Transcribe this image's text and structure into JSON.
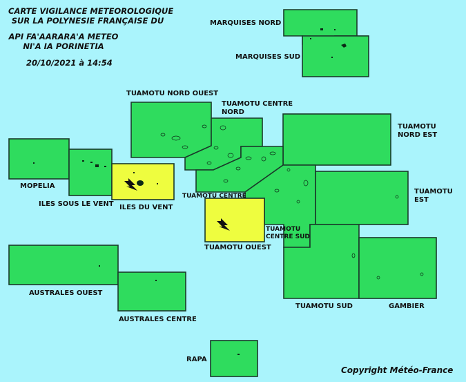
{
  "header": {
    "line1": "CARTE VIGILANCE METEOROLOGIQUE",
    "line2": "SUR LA POLYNESIE FRANÇAISE DU",
    "line3": "API FA'AARARA'A METEO",
    "line4": "NI'A IA PORINETIA",
    "datetime": "20/10/2021 à 14:54"
  },
  "zones": {
    "marquises_nord": {
      "name": "MARQUISES NORD",
      "level": "green"
    },
    "marquises_sud": {
      "name": "MARQUISES SUD",
      "level": "green"
    },
    "tuamotu_nord_ouest": {
      "name": "TUAMOTU NORD OUEST",
      "level": "green"
    },
    "tuamotu_centre_nord": {
      "line1": "TUAMOTU CENTRE",
      "line2": "NORD",
      "level": "green"
    },
    "tuamotu_nord_est": {
      "line1": "TUAMOTU",
      "line2": "NORD EST",
      "level": "green"
    },
    "mopelia": {
      "name": "MOPELIA",
      "level": "green"
    },
    "iles_sous_le_vent": {
      "name": "ILES SOUS LE VENT",
      "level": "green"
    },
    "iles_du_vent": {
      "name": "ILES DU VENT",
      "level": "yellow",
      "hazard": "thunderstorm-icon"
    },
    "tuamotu_centre": {
      "name": "TUAMOTU CENTRE",
      "level": "green"
    },
    "tuamotu_est": {
      "line1": "TUAMOTU",
      "line2": "EST",
      "level": "green"
    },
    "tuamotu_ouest": {
      "name": "TUAMOTU OUEST",
      "level": "yellow",
      "hazard": "thunderstorm-icon"
    },
    "tuamotu_centre_sud": {
      "line1": "TUAMOTU",
      "line2": "CENTRE SUD",
      "level": "green"
    },
    "tuamotu_sud": {
      "name": "TUAMOTU SUD",
      "level": "green"
    },
    "gambier": {
      "name": "GAMBIER",
      "level": "green"
    },
    "australes_ouest": {
      "name": "AUSTRALES OUEST",
      "level": "green"
    },
    "australes_centre": {
      "name": "AUSTRALES CENTRE",
      "level": "green"
    },
    "rapa": {
      "name": "RAPA",
      "level": "green"
    }
  },
  "colors": {
    "green": "#2fdc5e",
    "yellow": "#eefd3f",
    "sea": "#aaf4fc"
  },
  "copyright": "Copyright Météo-France"
}
